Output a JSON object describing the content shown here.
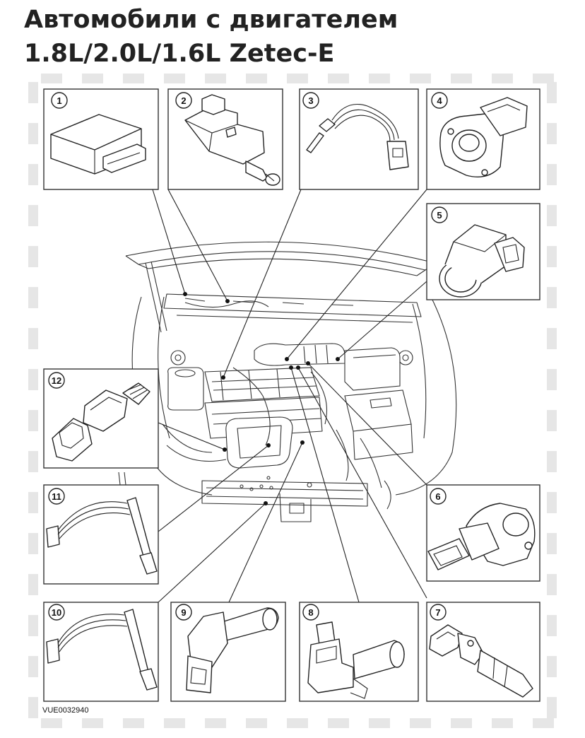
{
  "title": {
    "line1": "Автомобили с двигателем",
    "line2": "1.8L/2.0L/1.6L Zetec-E"
  },
  "figure": {
    "reference_code": "VUE0032940",
    "components": [
      {
        "number": "1",
        "icon": "control-module-icon"
      },
      {
        "number": "2",
        "icon": "idle-air-actuator-icon"
      },
      {
        "number": "3",
        "icon": "temperature-sensor-icon"
      },
      {
        "number": "4",
        "icon": "throttle-position-sensor-icon"
      },
      {
        "number": "5",
        "icon": "mass-air-flow-sensor-icon"
      },
      {
        "number": "6",
        "icon": "idle-control-valve-icon"
      },
      {
        "number": "7",
        "icon": "speed-sensor-icon"
      },
      {
        "number": "8",
        "icon": "camshaft-sensor-icon"
      },
      {
        "number": "9",
        "icon": "crankshaft-sensor-icon"
      },
      {
        "number": "10",
        "icon": "oxygen-sensor-rear-icon"
      },
      {
        "number": "11",
        "icon": "oxygen-sensor-front-icon"
      },
      {
        "number": "12",
        "icon": "pressure-switch-icon"
      }
    ]
  }
}
